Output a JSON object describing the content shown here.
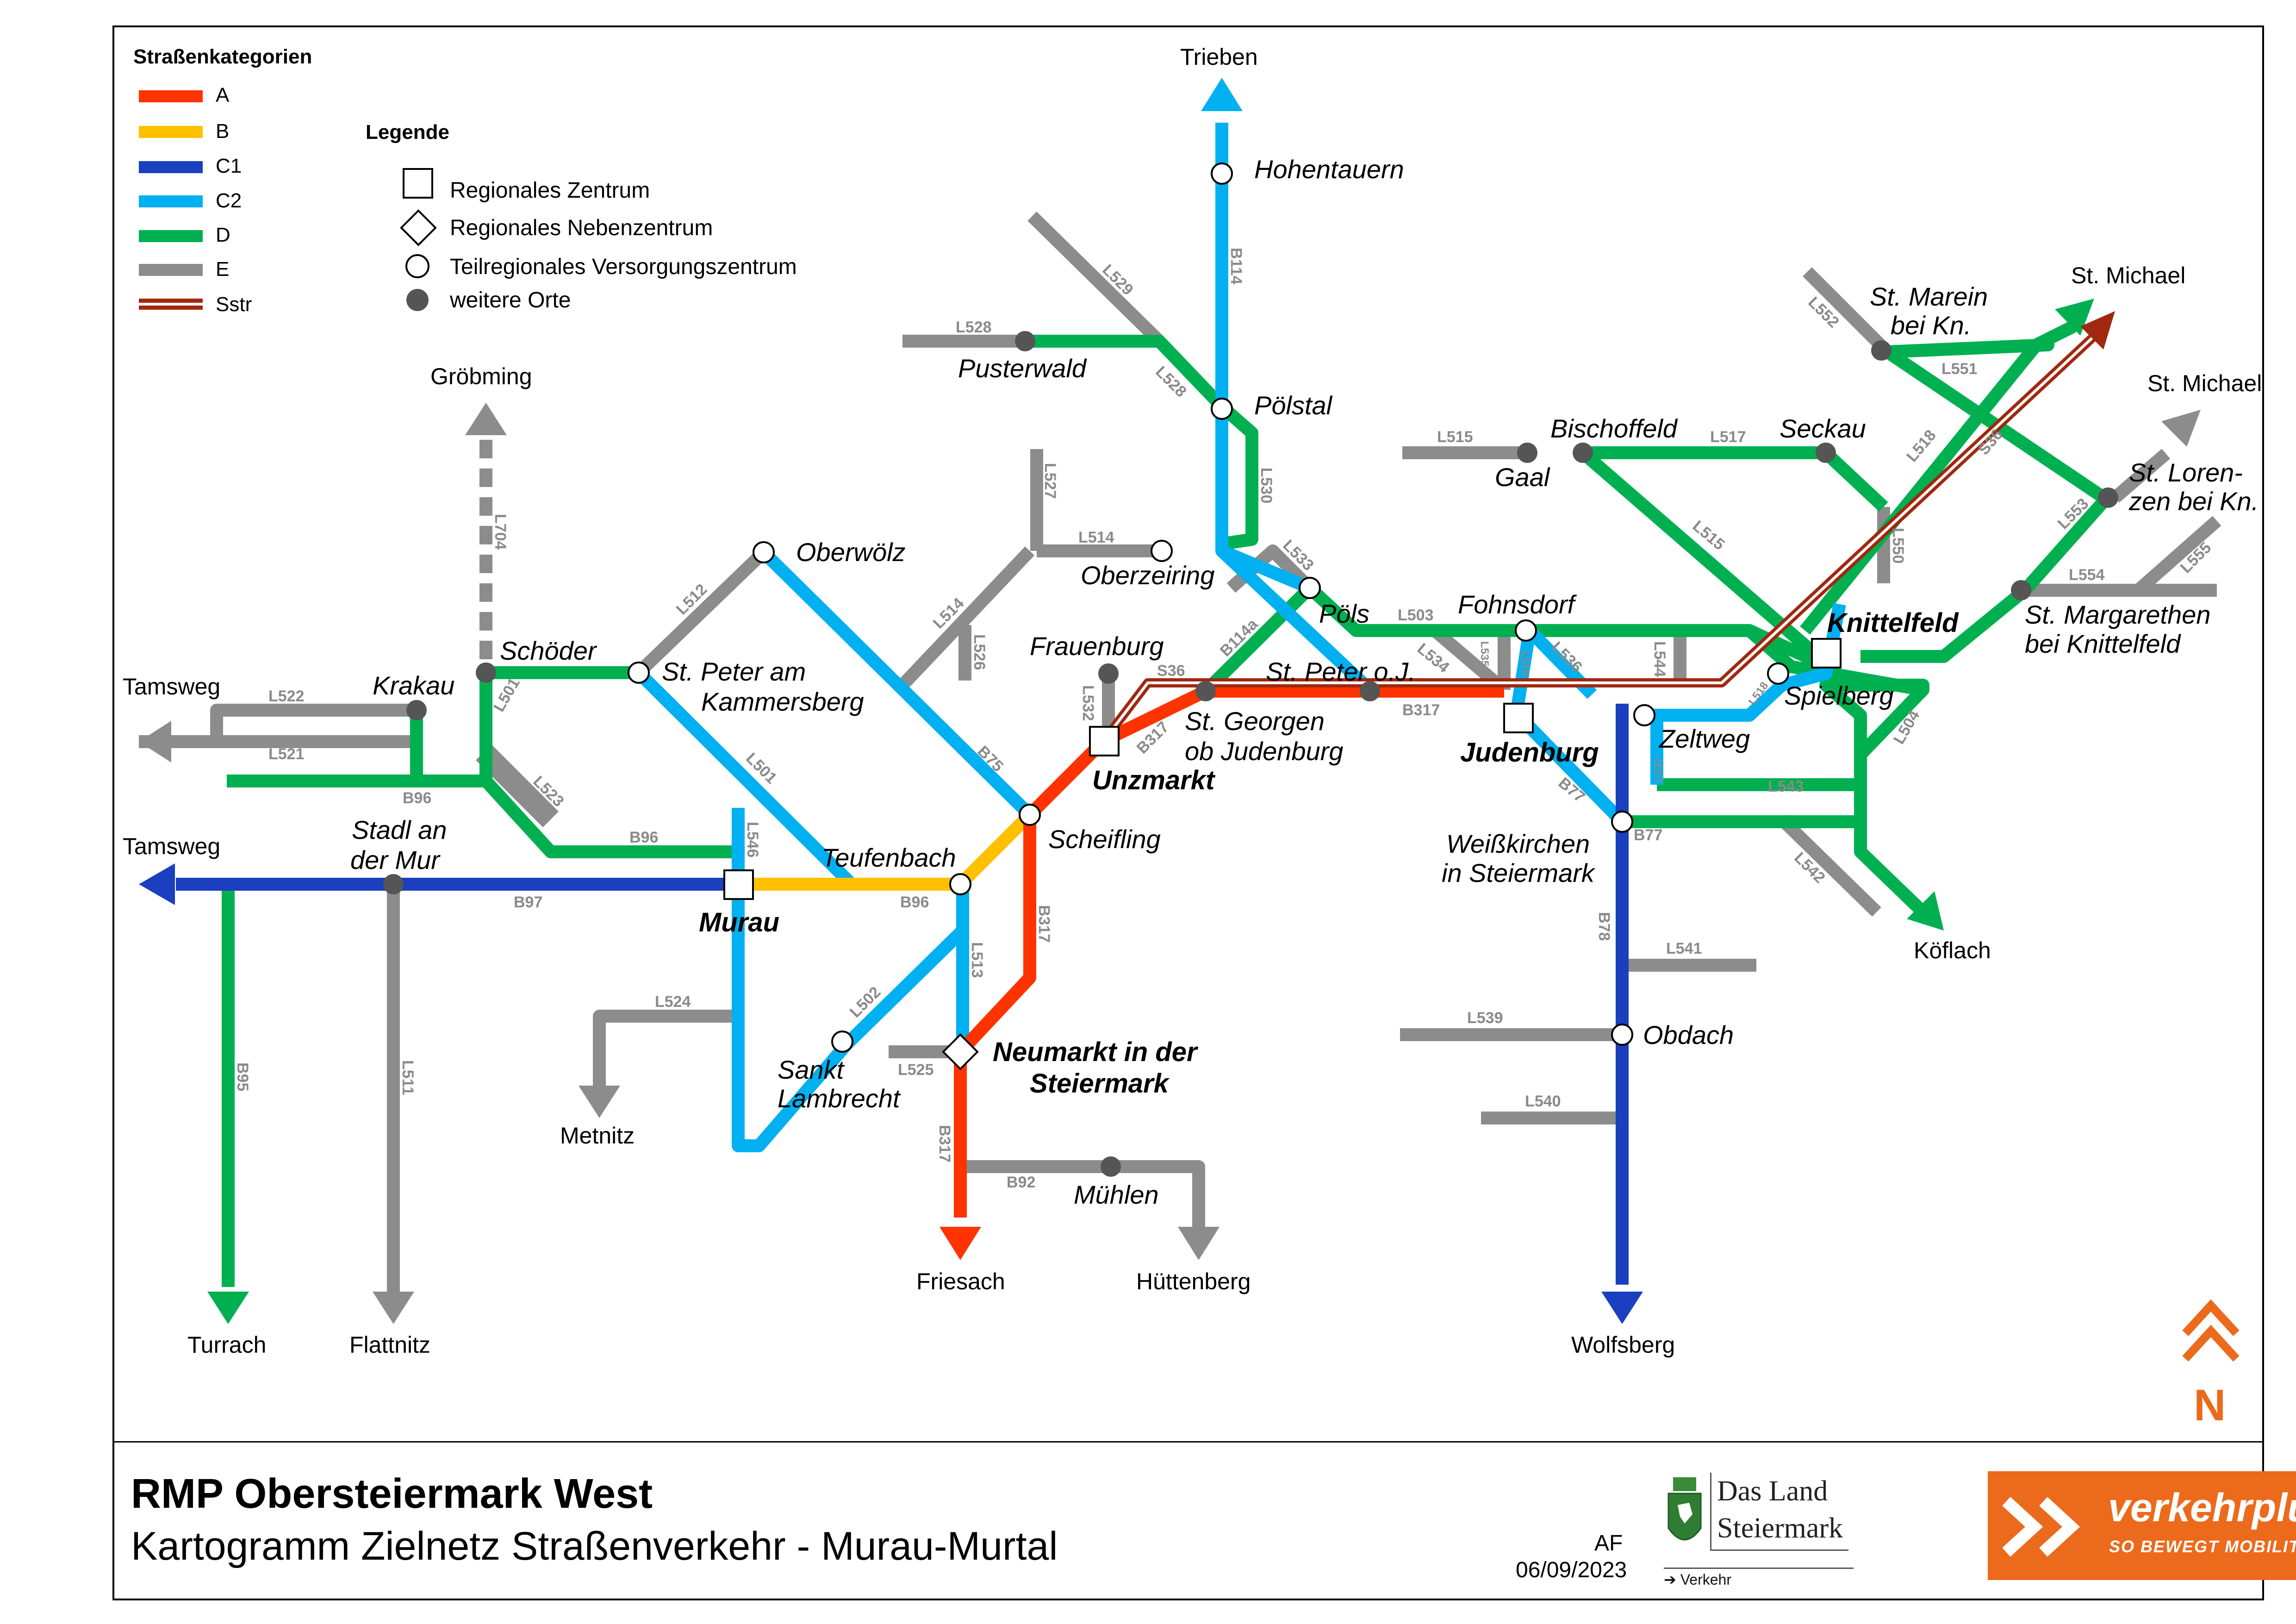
{
  "categories": {
    "heading": "Straßenkategorien",
    "items": [
      {
        "label": "A",
        "color": "#ff3300"
      },
      {
        "label": "B",
        "color": "#ffc000"
      },
      {
        "label": "C1",
        "color": "#1a3fbf"
      },
      {
        "label": "C2",
        "color": "#00b0f0"
      },
      {
        "label": "D",
        "color": "#00b050"
      },
      {
        "label": "E",
        "color": "#8c8c8c"
      },
      {
        "label": "Sstr",
        "color": "#a02810"
      }
    ]
  },
  "legend": {
    "heading": "Legende",
    "items": [
      {
        "label": "Regionales Zentrum",
        "icon": "square"
      },
      {
        "label": "Regionales Nebenzentrum",
        "icon": "diamond"
      },
      {
        "label": "Teilregionales Versorgungszentrum",
        "icon": "circle"
      },
      {
        "label": "weitere Orte",
        "icon": "dot"
      }
    ]
  },
  "places": {
    "trieben": "Trieben",
    "hohentauern": "Hohentauern",
    "poelstal": "Pölstal",
    "pusterwald": "Pusterwald",
    "oberzeiring": "Oberzeiring",
    "groebming": "Gröbming",
    "oberwoelz": "Oberwölz",
    "schoeder": "Schöder",
    "krakau": "Krakau",
    "st_peter_1": "St. Peter am",
    "st_peter_2": "Kammersberg",
    "tamsweg_1": "Tamsweg",
    "tamsweg_2": "Tamsweg",
    "stadl_1": "Stadl an",
    "stadl_2": "der Mur",
    "murau": "Murau",
    "teufenbach": "Teufenbach",
    "scheifling": "Scheifling",
    "frauenburg": "Frauenburg",
    "unzmarkt": "Unzmarkt",
    "st_georgen_1": "St. Georgen",
    "st_georgen_2": "ob Judenburg",
    "st_peter_oj": "St. Peter o.J.",
    "poels": "Pöls",
    "fohnsdorf": "Fohnsdorf",
    "judenburg": "Judenburg",
    "zeltweg": "Zeltweg",
    "spielberg": "Spielberg",
    "knittelfeld": "Knittelfeld",
    "weisskirchen_1": "Weißkirchen",
    "weisskirchen_2": "in Steiermark",
    "obdach": "Obdach",
    "wolfsberg": "Wolfsberg",
    "koeflach": "Köflach",
    "gaal": "Gaal",
    "bischoffeld": "Bischoffeld",
    "seckau": "Seckau",
    "st_marein_1": "St. Marein",
    "st_marein_2": "bei Kn.",
    "st_michael_1": "St. Michael",
    "st_michael_2": "St. Michael",
    "st_lorenzen_1": "St. Loren-",
    "st_lorenzen_2": "zen bei Kn.",
    "st_margarethen_1": "St. Margarethen",
    "st_margarethen_2": "bei Knittelfeld",
    "sankt_lambrecht_1": "Sankt",
    "sankt_lambrecht_2": "Lambrecht",
    "neumarkt_1": "Neumarkt in der",
    "neumarkt_2": "Steiermark",
    "metnitz": "Metnitz",
    "friesach": "Friesach",
    "muehlen": "Mühlen",
    "huettenberg": "Hüttenberg",
    "turrach": "Turrach",
    "flattnitz": "Flattnitz"
  },
  "roads": {
    "b114": "B114",
    "l529": "L529",
    "l528a": "L528",
    "l528b": "L528",
    "l530": "L530",
    "l527": "L527",
    "l514a": "L514",
    "l514b": "L514",
    "l526": "L526",
    "l533": "L533",
    "l704": "L704",
    "l512": "L512",
    "l501a": "L501",
    "l501b": "L501",
    "l522": "L522",
    "l521": "L521",
    "l523": "L523",
    "b96a": "B96",
    "b96b": "B96",
    "b96c": "B96",
    "b97": "B97",
    "b75": "B75",
    "l546": "L546",
    "b95": "B95",
    "l511": "L511",
    "l524": "L524",
    "l502": "L502",
    "l513": "L513",
    "l525": "L525",
    "b317a": "B317",
    "b317b": "B317",
    "b317c": "B317",
    "b317d": "B317",
    "b92": "B92",
    "l532": "L532",
    "s36a": "S36",
    "s36b": "S36",
    "b114a": "B114a",
    "l503": "L503",
    "l534": "L534",
    "l535": "L535",
    "l516": "L516",
    "l536": "L536",
    "l544": "L544",
    "l537": "L537",
    "l518a": "L518",
    "l518b": "L518",
    "b77a": "B77",
    "b77b": "B77",
    "b78": "B78",
    "l543": "L543",
    "l542": "L542",
    "l504": "L504",
    "l541": "L541",
    "l539": "L539",
    "l540": "L540",
    "l515a": "L515",
    "l515b": "L515",
    "l517": "L517",
    "l550": "L550",
    "l552": "L552",
    "l551": "L551",
    "l553": "L553",
    "l554": "L554",
    "l555": "L555"
  },
  "north_label": "N",
  "footer": {
    "title": "RMP Obersteiermark West",
    "subtitle": "Kartogramm Zielnetz Straßenverkehr -  Murau-Murtal",
    "author": "AF",
    "date": "06/09/2023",
    "land_name_1": "Das Land",
    "land_name_2": "Steiermark",
    "land_sub": "➔ Verkehr",
    "vp_name": "verkehrplus",
    "vp_slogan": "SO BEWEGT MOBILITÄT"
  }
}
